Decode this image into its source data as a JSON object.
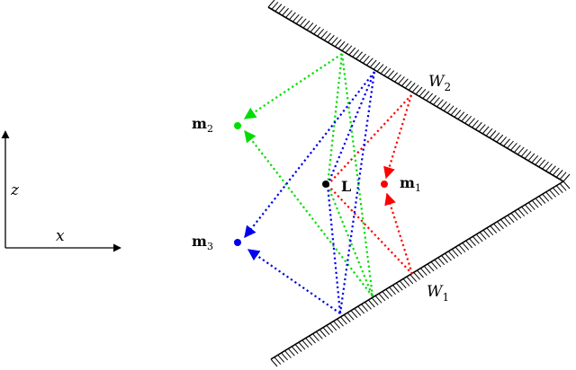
{
  "labels": {
    "z": "z",
    "x": "x",
    "w2_main": "W",
    "w2_sub": "2",
    "w1_main": "W",
    "w1_sub": "1",
    "L": "L",
    "m1_main": "m",
    "m1_sub": "1",
    "m2_main": "m",
    "m2_sub": "2",
    "m3_main": "m",
    "m3_sub": "3"
  },
  "colors": {
    "red": "#ff0000",
    "green": "#00dd00",
    "blue": "#0000ee",
    "black": "#000000"
  }
}
